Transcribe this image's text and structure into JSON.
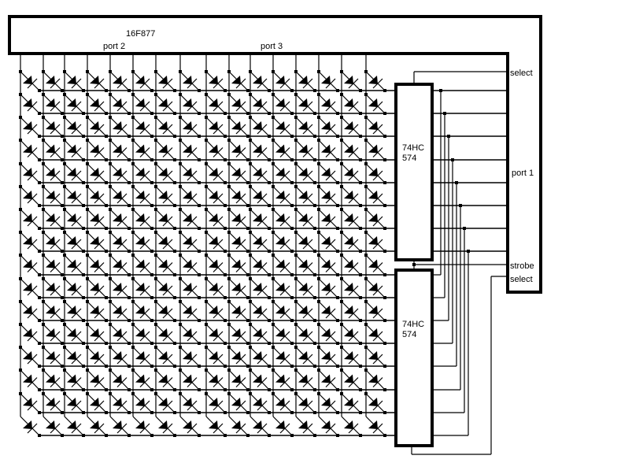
{
  "diagram": {
    "type": "LED matrix schematic",
    "colors": {
      "line": "#000000",
      "background": "#ffffff"
    },
    "microcontroller": {
      "name": "16F877",
      "ports": {
        "port2": "port 2",
        "port3": "port 3",
        "port1": "port 1"
      },
      "signals": {
        "select_upper": "select",
        "strobe": "strobe",
        "select_lower": "select"
      }
    },
    "latches": [
      {
        "line1": "74HC",
        "line2": "574"
      },
      {
        "line1": "74HC",
        "line2": "574"
      }
    ],
    "matrix": {
      "columns": 16,
      "rows": 16,
      "component": "led-icon"
    },
    "bus": {
      "lines": 8
    }
  }
}
